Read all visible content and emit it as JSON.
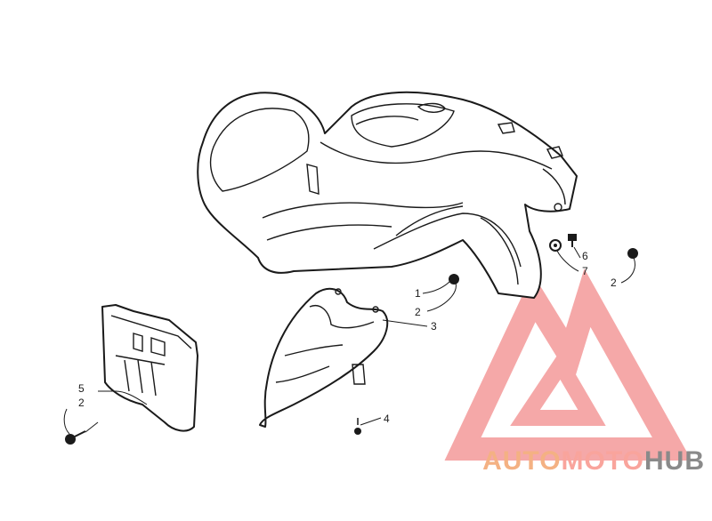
{
  "callouts": {
    "c1": "1",
    "c2a": "2",
    "c2b": "2",
    "c2c": "2",
    "c3": "3",
    "c4": "4",
    "c5": "5",
    "c6": "6",
    "c7": "7"
  },
  "watermark": {
    "part1": "AUTO",
    "part2": "MOTO",
    "part3": "HUB",
    "logo_color": "#f28b8b"
  }
}
